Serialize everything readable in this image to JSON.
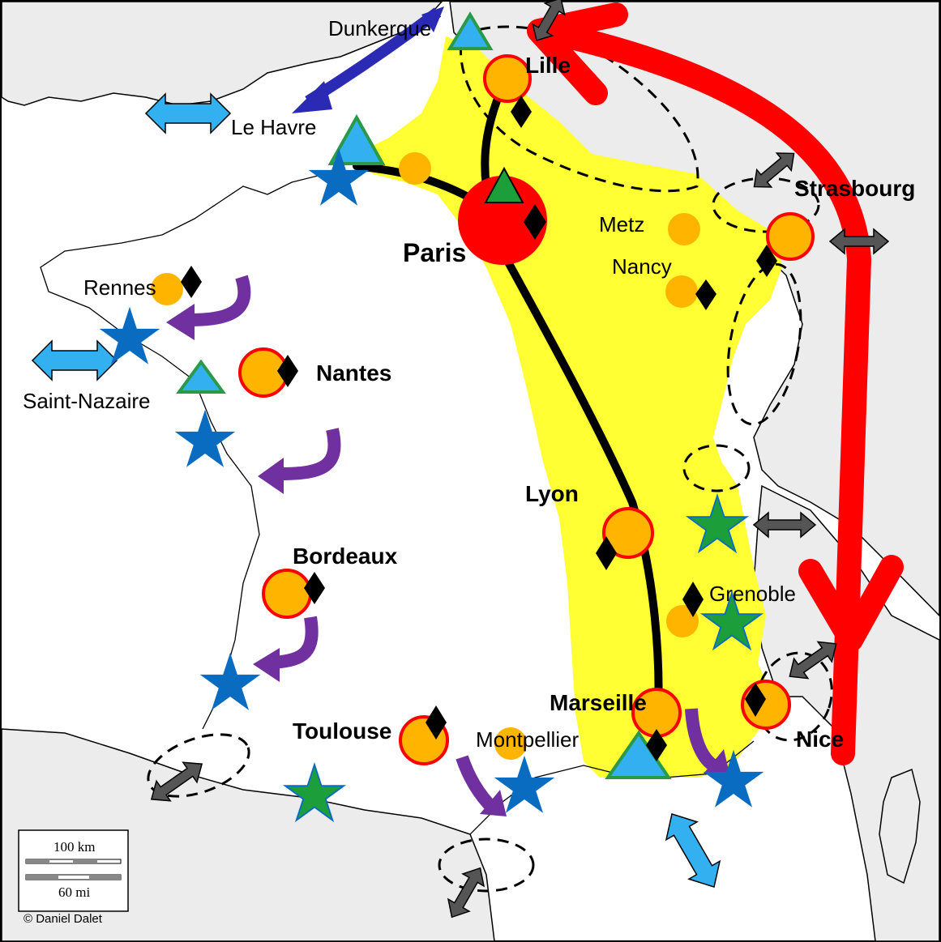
{
  "map": {
    "cities": {
      "dunkerque": "Dunkerque",
      "le_havre": "Le Havre",
      "lille": "Lille",
      "paris": "Paris",
      "metz": "Metz",
      "nancy": "Nancy",
      "strasbourg": "Strasbourg",
      "rennes": "Rennes",
      "nantes": "Nantes",
      "saint_nazaire": "Saint-Nazaire",
      "bordeaux": "Bordeaux",
      "lyon": "Lyon",
      "grenoble": "Grenoble",
      "marseille": "Marseille",
      "nice": "Nice",
      "toulouse": "Toulouse",
      "montpellier": "Montpellier"
    },
    "scale": {
      "km_label": "100 km",
      "mi_label": "60 mi"
    },
    "credit": "© Daniel Dalet",
    "colors": {
      "axis_zone": "#ffff33",
      "major_city": "#ffb400",
      "city_border": "#ff0000",
      "paris": "#ff0000",
      "port_triangle": "#33b0f0",
      "star_blue": "#0a6cc0",
      "star_green": "#1c9e3a",
      "europe_axis": "#ff0000",
      "purple_arrow": "#7030a0",
      "navy_arrow": "#2a2ab5",
      "border_arrow": "#555555",
      "sea_arrow": "#33b0f0"
    }
  }
}
